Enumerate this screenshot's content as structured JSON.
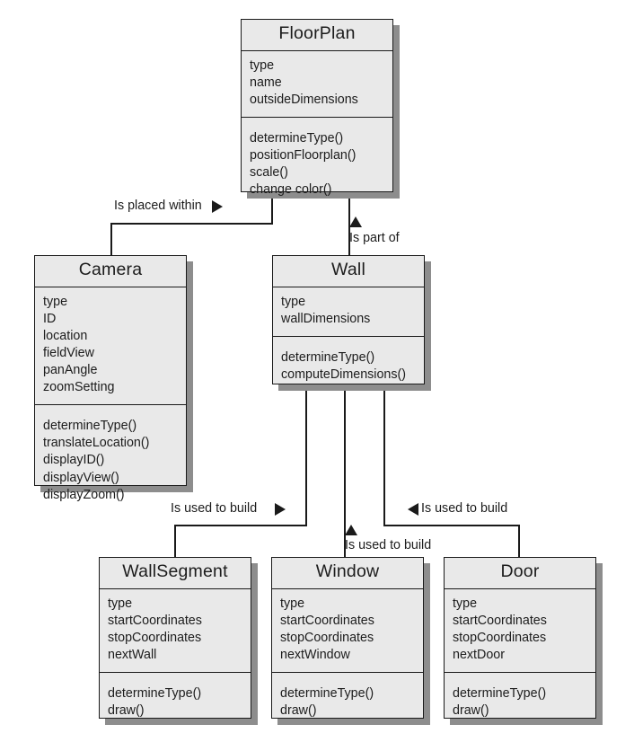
{
  "diagram": {
    "title": "FloorPlan UML Class Diagram",
    "type": "uml-class-diagram",
    "background_color": "#ffffff",
    "box_fill_color": "#e9e9e9",
    "border_color": "#1a1a1a",
    "shadow_color": "#8d8d8d",
    "text_color": "#1c1c1c"
  },
  "classes": {
    "floorplan": {
      "name": "FloorPlan",
      "attributes": [
        "type",
        "name",
        "outsideDimensions"
      ],
      "operations": [
        "determineType()",
        "positionFloorplan()",
        "scale()",
        "change color()"
      ]
    },
    "camera": {
      "name": "Camera",
      "attributes": [
        "type",
        "ID",
        "location",
        "fieldView",
        "panAngle",
        "zoomSetting"
      ],
      "operations": [
        "determineType()",
        "translateLocation()",
        "displayID()",
        "displayView()",
        "displayZoom()"
      ]
    },
    "wall": {
      "name": "Wall",
      "attributes": [
        "type",
        "wallDimensions"
      ],
      "operations": [
        "determineType()",
        "computeDimensions()"
      ]
    },
    "wallsegment": {
      "name": "WallSegment",
      "attributes": [
        "type",
        "startCoordinates",
        "stopCoordinates",
        "nextWall"
      ],
      "operations": [
        "determineType()",
        "draw()"
      ]
    },
    "window": {
      "name": "Window",
      "attributes": [
        "type",
        "startCoordinates",
        "stopCoordinates",
        "nextWindow"
      ],
      "operations": [
        "determineType()",
        "draw()"
      ]
    },
    "door": {
      "name": "Door",
      "attributes": [
        "type",
        "startCoordinates",
        "stopCoordinates",
        "nextDoor"
      ],
      "operations": [
        "determineType()",
        "draw()"
      ]
    }
  },
  "relationships": {
    "camera_floorplan": {
      "label": "Is placed within",
      "marker": "triangle-right",
      "from": "Camera",
      "to": "FloorPlan"
    },
    "wall_floorplan": {
      "label": "Is part of",
      "marker": "triangle-up",
      "from": "Wall",
      "to": "FloorPlan"
    },
    "wallsegment_wall": {
      "label": "Is used to build",
      "marker": "triangle-right",
      "from": "WallSegment",
      "to": "Wall"
    },
    "window_wall": {
      "label": "Is used to build",
      "marker": "triangle-up",
      "from": "Window",
      "to": "Wall"
    },
    "door_wall": {
      "label": "Is used to build",
      "marker": "triangle-left",
      "from": "Door",
      "to": "Wall"
    }
  }
}
